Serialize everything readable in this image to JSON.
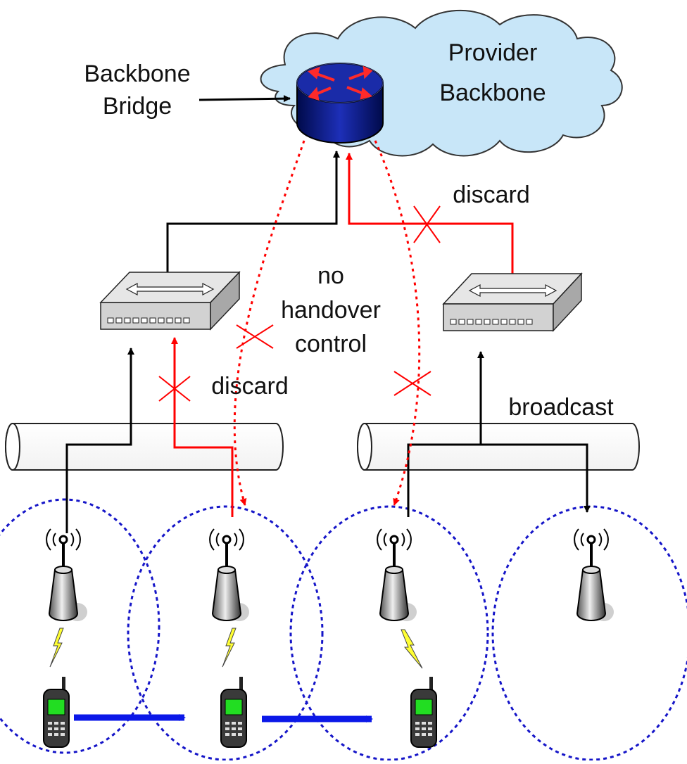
{
  "labels": {
    "backbone_bridge": [
      "Backbone",
      "Bridge"
    ],
    "provider_backbone": [
      "Provider",
      "Backbone"
    ],
    "discard_top": "discard",
    "discard_left": "discard",
    "no_handover_control": [
      "no",
      "handover",
      "control"
    ],
    "broadcast": "broadcast"
  },
  "colors": {
    "black_path": "#000000",
    "red_path": "#ff0000",
    "coverage": "#1515c8",
    "movement": "#0b18e8",
    "cloud_fill": "#c8e6f8",
    "router_top": "#1a2ba8",
    "router_body": "#000a6e",
    "switch_body": "#cfcfcf",
    "phone_screen": "#22dd22",
    "bolt": "#ffff33"
  },
  "icons": [
    "router-icon",
    "switch-icon",
    "access-point-icon",
    "mobile-phone-icon",
    "cloud-icon",
    "lightning-icon",
    "cross-mark-icon"
  ]
}
